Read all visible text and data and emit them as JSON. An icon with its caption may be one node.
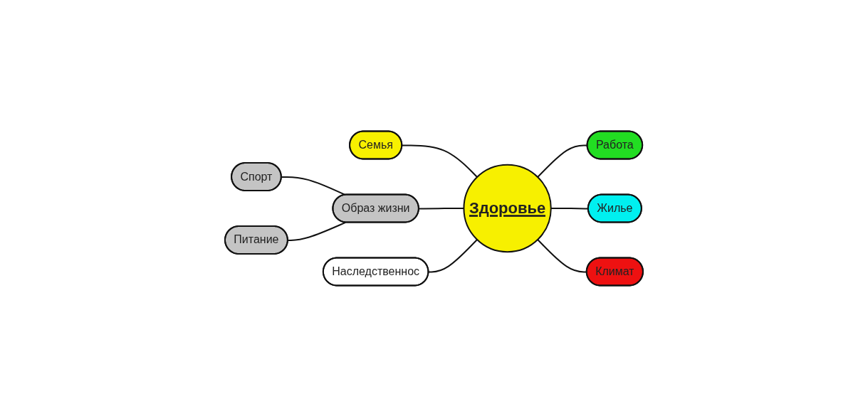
{
  "diagram": {
    "nodes": [
      {
        "text": [
          "Здоровье"
        ]
      },
      {
        "text": [
          "Семья"
        ]
      },
      {
        "text": [
          "Спорт"
        ]
      },
      {
        "text": [
          "Образ жизни"
        ]
      },
      {
        "text": [
          "Питание"
        ]
      },
      {
        "text": [
          "Наследственнос"
        ]
      },
      {
        "text": [
          "Работа"
        ]
      },
      {
        "text": [
          "Жилье"
        ]
      },
      {
        "text": [
          "Климат"
        ]
      }
    ],
    "edges": [
      {
        "from": 1,
        "to": 0,
        "arrow": "none"
      },
      {
        "from": 2,
        "to": 3,
        "arrow": "none"
      },
      {
        "from": 4,
        "to": 3,
        "arrow": "none"
      },
      {
        "from": 3,
        "to": 0,
        "arrow": "none"
      },
      {
        "from": 5,
        "to": 0,
        "arrow": "none"
      },
      {
        "from": 0,
        "to": 6,
        "arrow": "none"
      },
      {
        "from": 0,
        "to": 7,
        "arrow": "none"
      },
      {
        "from": 0,
        "to": 8,
        "arrow": "none"
      }
    ]
  }
}
